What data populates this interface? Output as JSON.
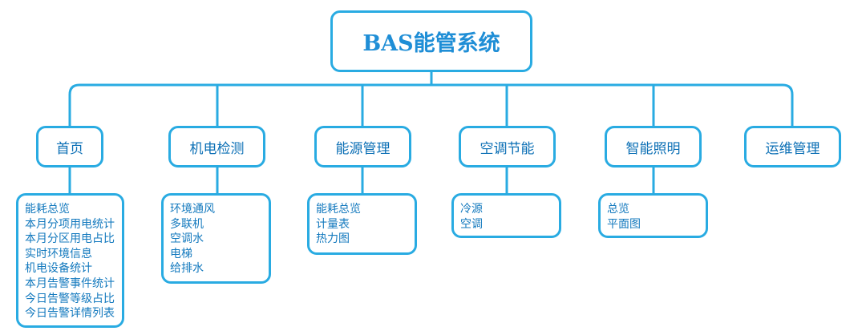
{
  "diagram": {
    "title": "BAS能管系统",
    "categories": [
      {
        "label": "首页",
        "items": [
          "能耗总览",
          "本月分项用电统计",
          "本月分区用电占比",
          "实时环境信息",
          "机电设备统计",
          "本月告警事件统计",
          "今日告警等级占比",
          "今日告警详情列表"
        ]
      },
      {
        "label": "机电检测",
        "items": [
          "环境通风",
          "多联机",
          "空调水",
          "电梯",
          "给排水"
        ]
      },
      {
        "label": "能源管理",
        "items": [
          "能耗总览",
          "计量表",
          "热力图"
        ]
      },
      {
        "label": "空调节能",
        "items": [
          "冷源",
          "空调"
        ]
      },
      {
        "label": "智能照明",
        "items": [
          "总览",
          "平面图"
        ]
      },
      {
        "label": "运维管理",
        "items": []
      }
    ]
  },
  "colors": {
    "line": "#29abe2",
    "title": "#1f8ed6",
    "text": "#1379be"
  }
}
